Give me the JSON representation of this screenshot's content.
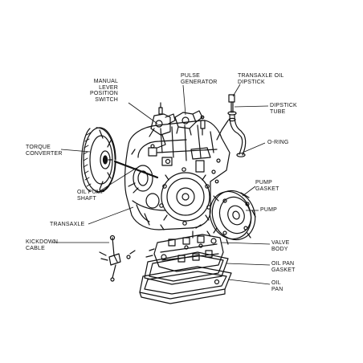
{
  "labels": {
    "manual_lever_position_switch": [
      "MANUAL",
      "LEVER",
      "POSITION",
      "SWITCH"
    ],
    "pulse_generator": [
      "PULSE",
      "GENERATOR"
    ],
    "transaxle_oil_dipstick": [
      "TRANSAXLE OIL",
      "DIPSTICK"
    ],
    "dipstick_tube": [
      "DIPSTICK",
      "TUBE"
    ],
    "torque_converter": [
      "TORQUE",
      "CONVERTER"
    ],
    "o_ring": [
      "O-RING"
    ],
    "oil_pump_shaft": [
      "OIL PUMP",
      "SHAFT"
    ],
    "pump_gasket": [
      "PUMP",
      "GASKET"
    ],
    "pump": [
      "PUMP"
    ],
    "transaxle": [
      "TRANSAXLE"
    ],
    "kickdown_cable": [
      "KICKDOWN",
      "CABLE"
    ],
    "valve_body": [
      "VALVE",
      "BODY"
    ],
    "oil_pan_gasket": [
      "OIL PAN",
      "GASKET"
    ],
    "oil_pan": [
      "OIL",
      "PAN"
    ]
  },
  "style": {
    "ink": "#111111",
    "paper": "#ffffff"
  }
}
